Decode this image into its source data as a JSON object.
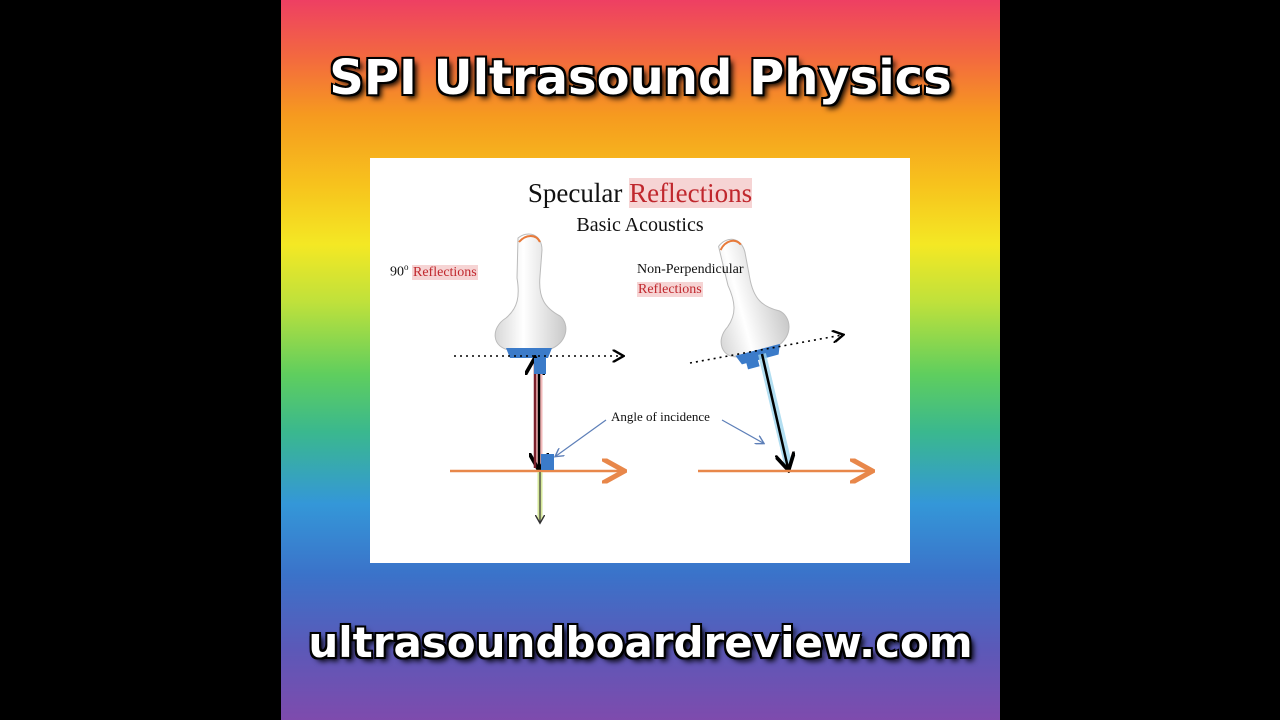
{
  "header": {
    "title": "SPI Ultrasound Physics"
  },
  "footer": {
    "url": "ultrasoundboardreview.com"
  },
  "slide": {
    "title_plain": "Specular ",
    "title_highlight": "Reflections",
    "subtitle": "Basic Acoustics",
    "left_label_prefix": "90",
    "left_label_degree": "o",
    "left_label_highlight": "Reflections",
    "right_label_line1": "Non-Perpendicular",
    "right_label_highlight": "Reflections",
    "angle_label": "Angle of incidence"
  },
  "colors": {
    "highlight_text": "#c0272d",
    "highlight_bg": "#f6d4d4",
    "interface_line": "#e8874a",
    "transducer_face": "#3b7bc9"
  },
  "icons": [
    "ultrasound-transducer-icon"
  ]
}
